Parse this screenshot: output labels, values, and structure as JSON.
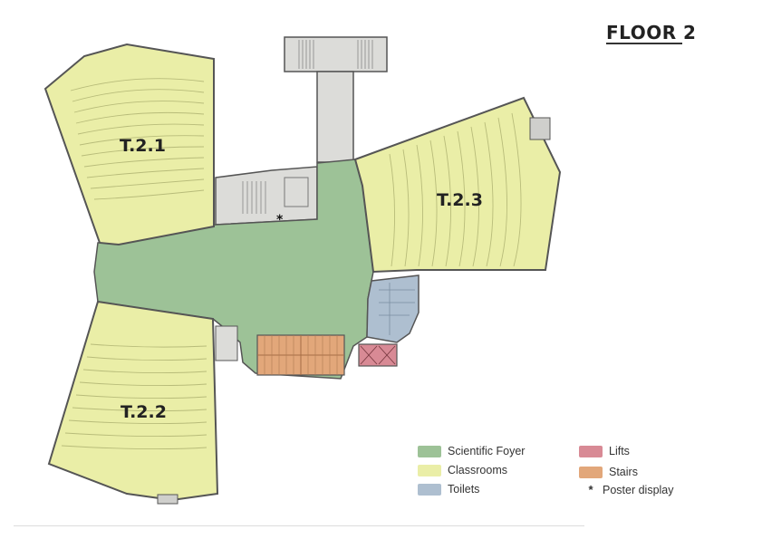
{
  "floor_title": "FLOOR 2",
  "rooms": {
    "t21": "T.2.1",
    "t22": "T.2.2",
    "t23": "T.2.3",
    "poster_marker": "*"
  },
  "legend": {
    "foyer": {
      "label": "Scientific Foyer",
      "color": "#9dc297"
    },
    "classrooms": {
      "label": "Classrooms",
      "color": "#eaeea7"
    },
    "toilets": {
      "label": "Toilets",
      "color": "#aebfd0"
    },
    "lifts": {
      "label": "Lifts",
      "color": "#d88a95"
    },
    "stairs": {
      "label": "Stairs",
      "color": "#e2a77a"
    },
    "poster": {
      "symbol": "*",
      "label": "Poster display"
    }
  },
  "colors": {
    "foyer_fill": "#9dc297",
    "classroom_fill": "#eaeea7",
    "toilet_fill": "#aebfd0",
    "lift_fill": "#d88a95",
    "stairs_fill": "#e2a77a",
    "service_fill": "#dcdcd9",
    "wall": "#666666"
  }
}
